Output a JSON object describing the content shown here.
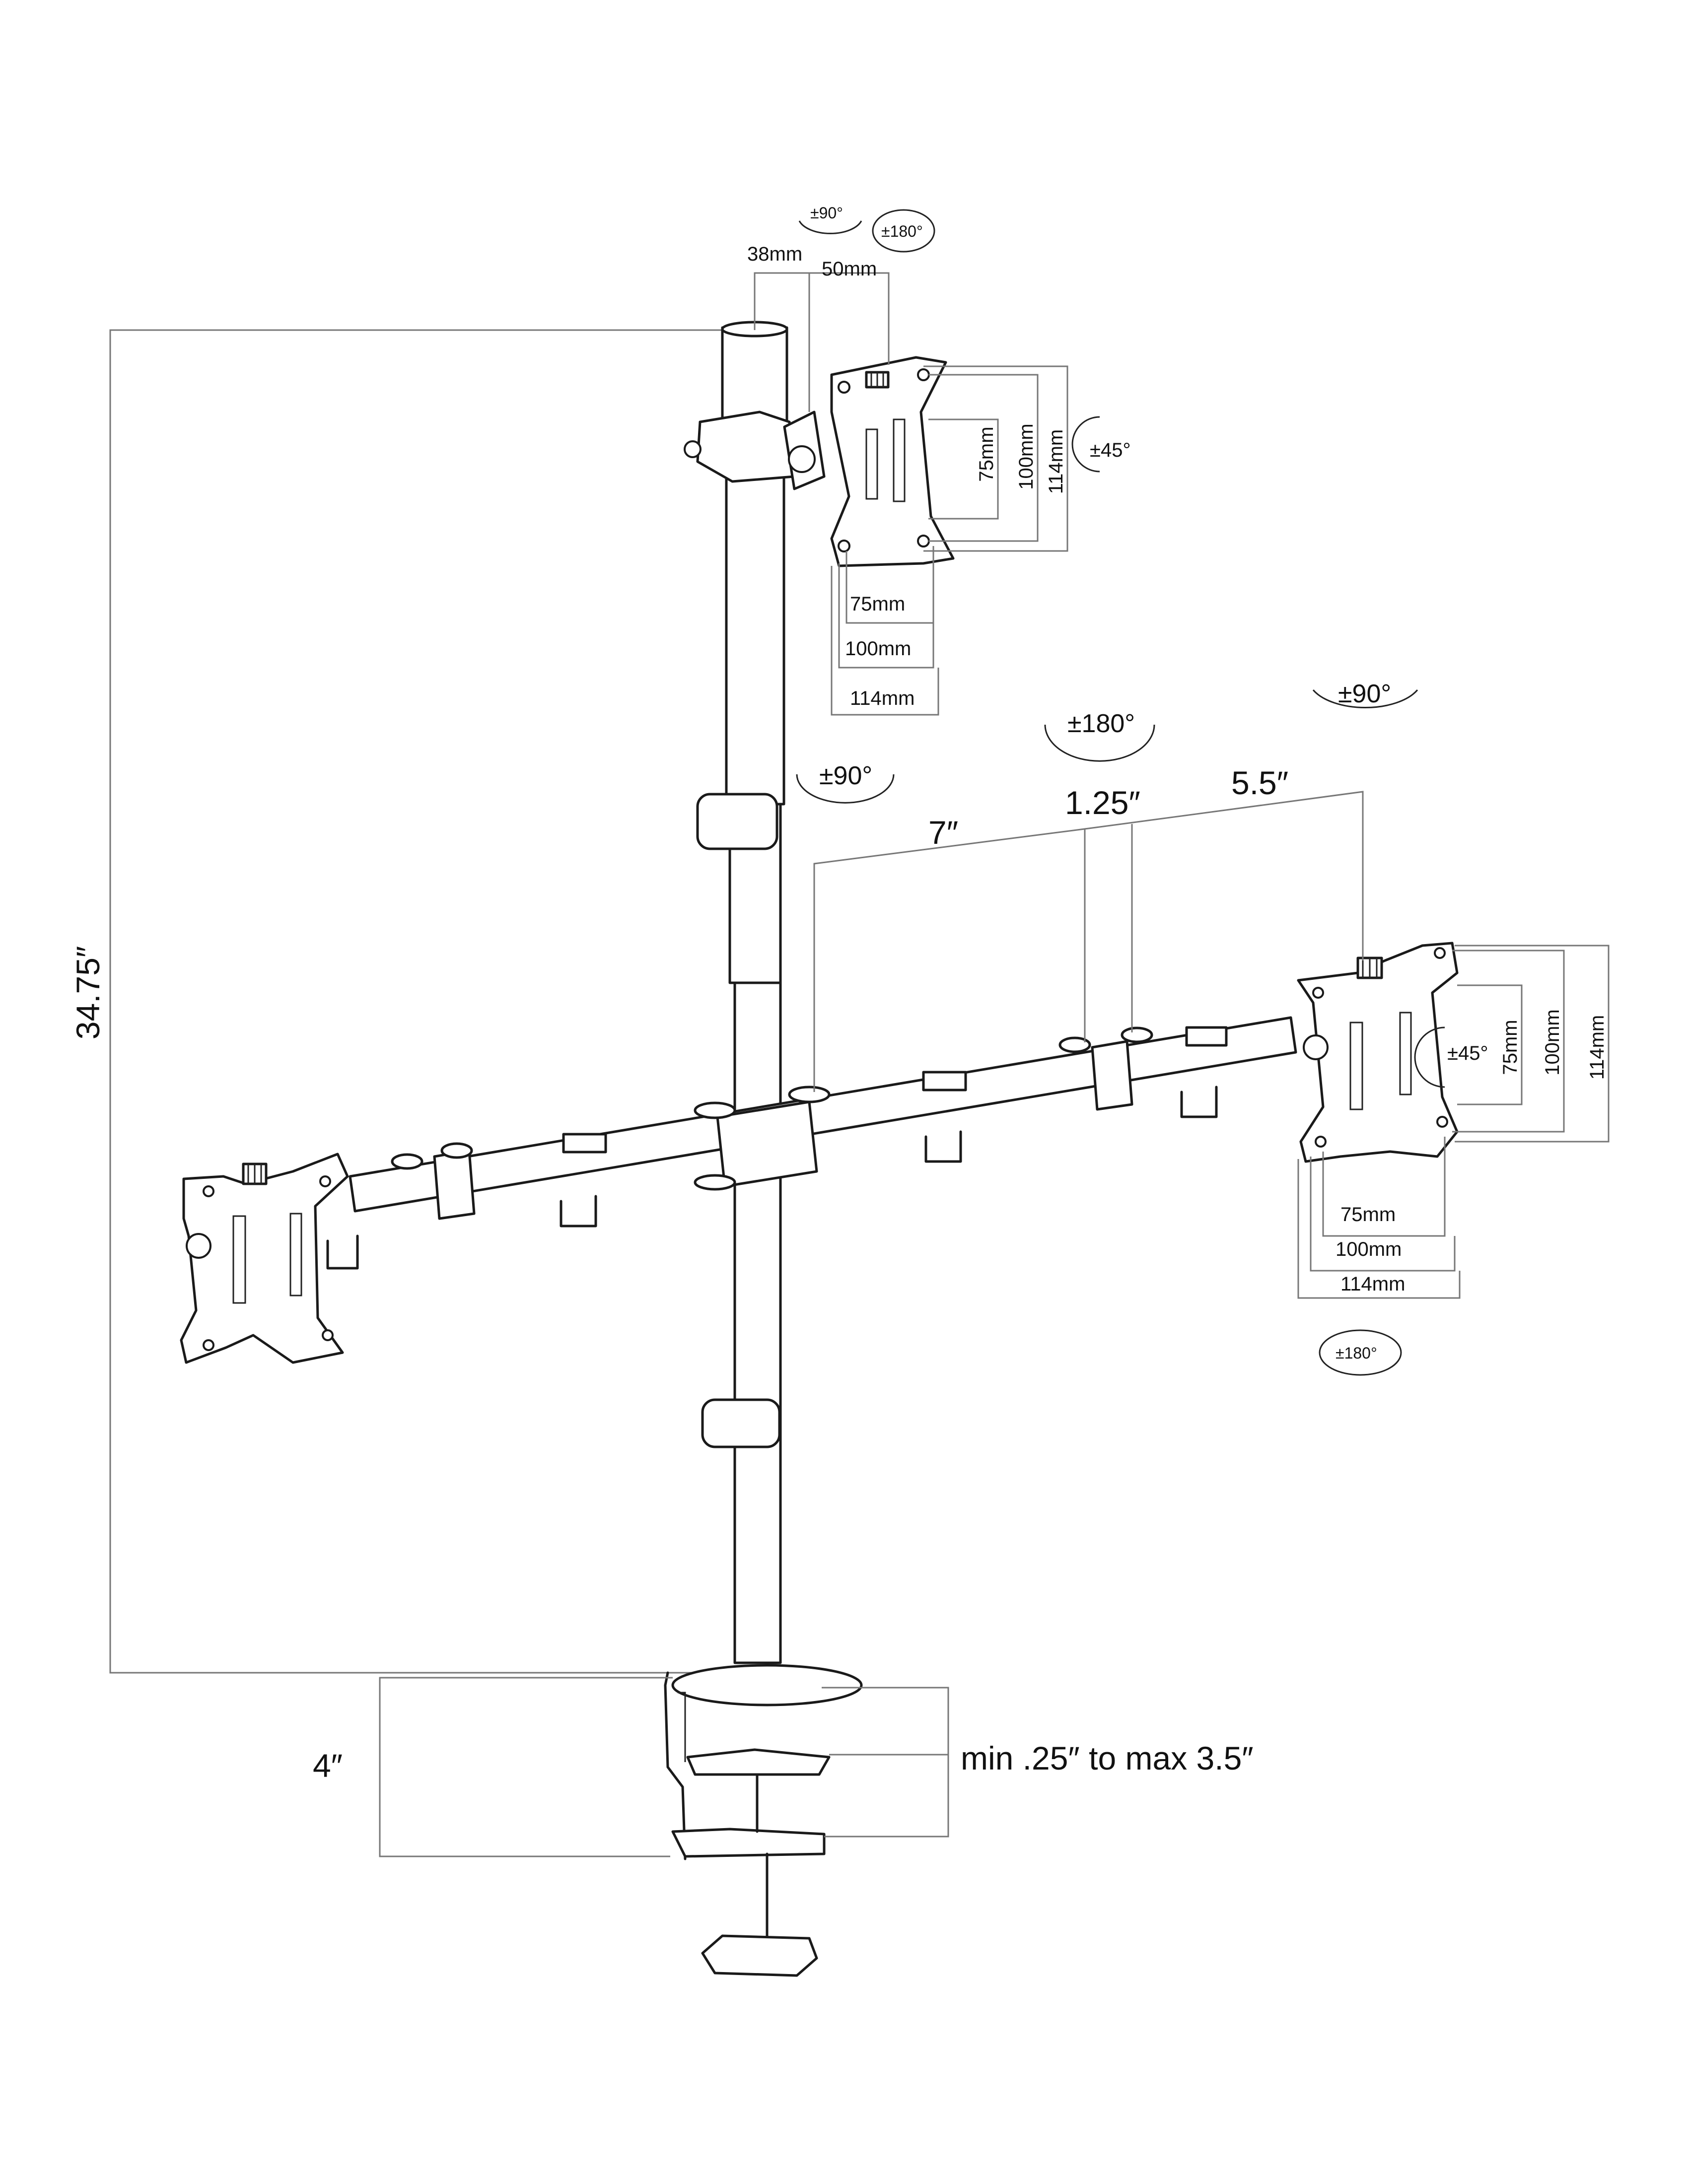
{
  "diagram": {
    "dimensions": {
      "height_total": "34.75″",
      "clamp_depth": "4″",
      "desk_thickness": "min .25″ to max 3.5″",
      "arm_segment_1": "7″",
      "arm_segment_2": "1.25″",
      "arm_segment_3": "5.5″",
      "top_offset_a": "38mm",
      "top_offset_b": "50mm"
    },
    "top_plate": {
      "vertical": [
        "75mm",
        "100mm",
        "114mm"
      ],
      "horizontal": [
        "75mm",
        "100mm",
        "114mm"
      ],
      "tilt": "±45°",
      "rotation_upper": "±90°",
      "rotation_180": "±180°"
    },
    "right_plate": {
      "vertical": [
        "75mm",
        "100mm",
        "114mm"
      ],
      "horizontal": [
        "75mm",
        "100mm",
        "114mm"
      ],
      "tilt": "±45°",
      "rotation_bottom": "±180°"
    },
    "pole_swivel": "±90°",
    "arm_swivel": "±180°",
    "head_swivel": "±90°"
  }
}
